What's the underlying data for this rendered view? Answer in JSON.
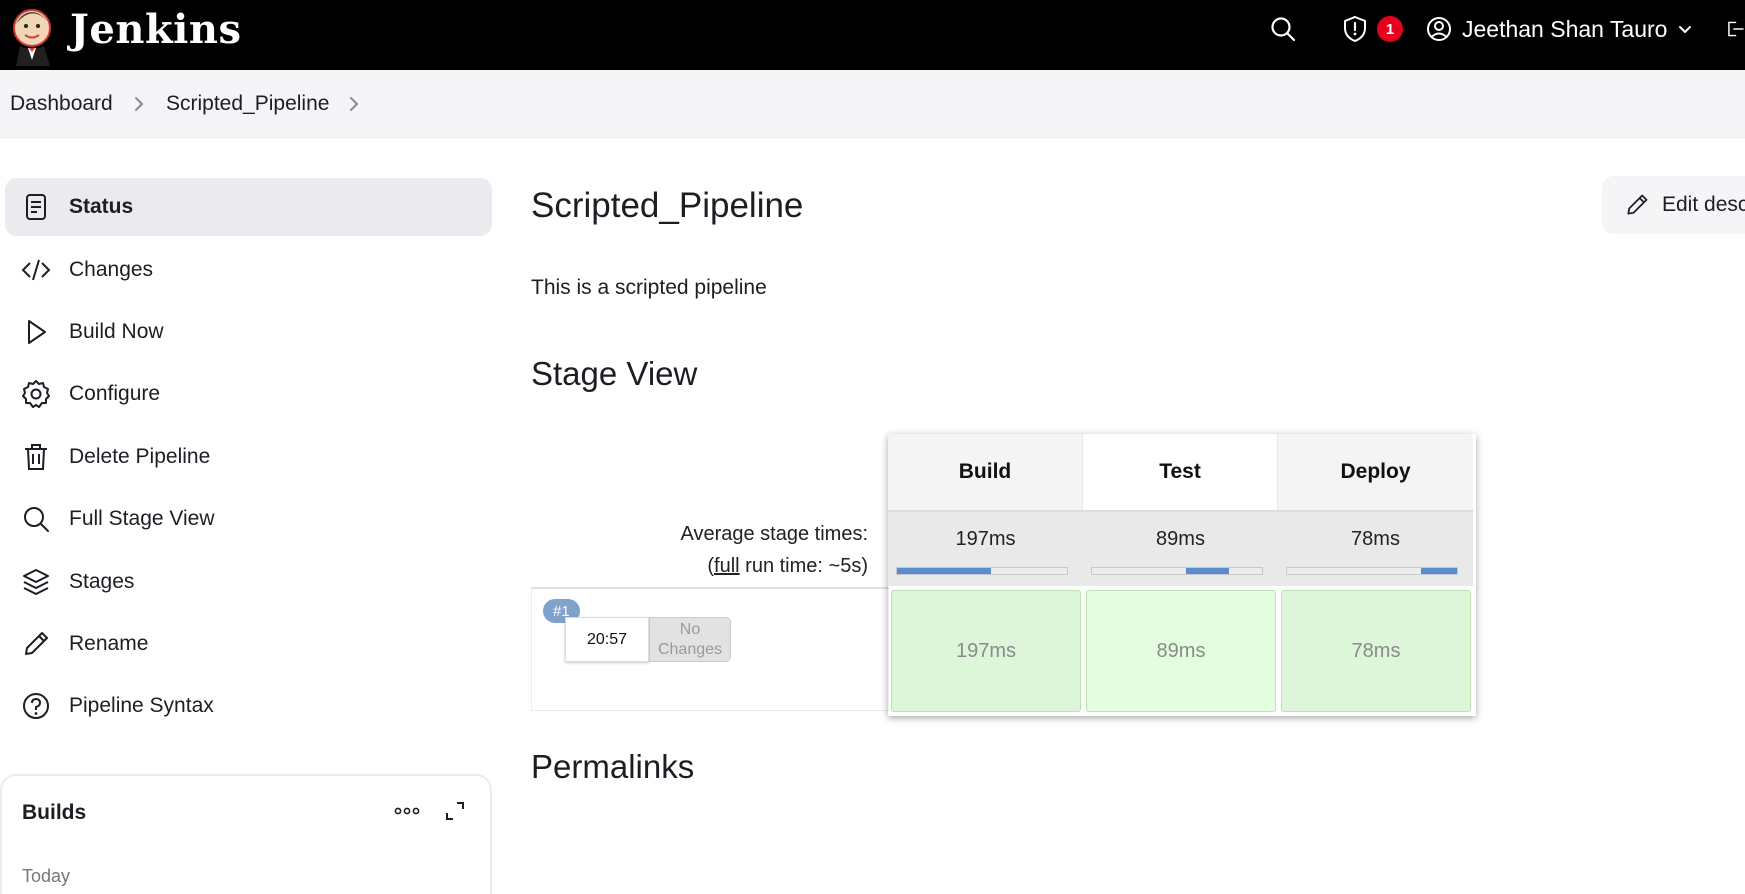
{
  "header": {
    "brand": "Jenkins",
    "notification_count": "1",
    "user_name": "Jeethan Shan Tauro",
    "icons": [
      "search-icon",
      "shield-icon",
      "user-icon",
      "chevron-down-icon",
      "logout-icon"
    ]
  },
  "breadcrumb": {
    "items": [
      "Dashboard",
      "Scripted_Pipeline"
    ]
  },
  "sidebar": {
    "items": [
      {
        "label": "Status",
        "icon": "document-icon",
        "active": true
      },
      {
        "label": "Changes",
        "icon": "code-icon"
      },
      {
        "label": "Build Now",
        "icon": "play-icon"
      },
      {
        "label": "Configure",
        "icon": "gear-icon"
      },
      {
        "label": "Delete Pipeline",
        "icon": "trash-icon"
      },
      {
        "label": "Full Stage View",
        "icon": "search-icon"
      },
      {
        "label": "Stages",
        "icon": "layers-icon"
      },
      {
        "label": "Rename",
        "icon": "pencil-icon"
      },
      {
        "label": "Pipeline Syntax",
        "icon": "help-icon"
      }
    ]
  },
  "builds": {
    "title": "Builds",
    "filter_placeholder": "Today"
  },
  "main": {
    "title": "Scripted_Pipeline",
    "edit_label": "Edit description",
    "description": "This is a scripted pipeline",
    "stage_view_title": "Stage View",
    "permalinks_title": "Permalinks"
  },
  "stage_view": {
    "avg_label": "Average stage times:",
    "full_word": "full",
    "run_time_rest": " run time: ~5s)",
    "run_time_open": "(",
    "stages": [
      {
        "name": "Build",
        "avg": "197ms",
        "bar_start": 0.0,
        "bar_fraction": 0.55,
        "run": "197ms"
      },
      {
        "name": "Test",
        "avg": "89ms",
        "bar_start": 0.55,
        "bar_fraction": 0.25,
        "run": "89ms"
      },
      {
        "name": "Deploy",
        "avg": "78ms",
        "bar_start": 0.79,
        "bar_fraction": 0.21,
        "run": "78ms"
      }
    ],
    "run": {
      "number": "#1",
      "time": "20:57",
      "changes": "No Changes"
    }
  },
  "colors": {
    "header_bg": "#000000",
    "active_item_bg": "#ebebef",
    "badge_red": "#e6001f",
    "success_green": "#ddf6da",
    "bar_blue": "#5b8cd0"
  }
}
